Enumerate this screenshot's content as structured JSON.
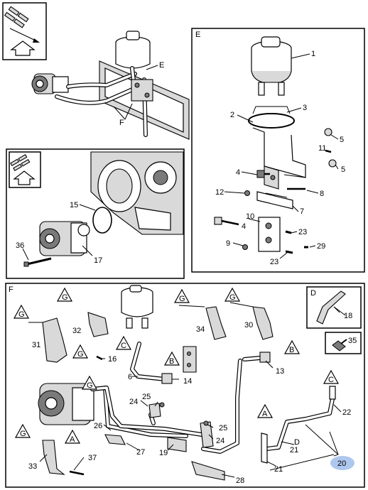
{
  "sections": {
    "E": "E",
    "F": "F",
    "D": "D"
  },
  "callouts": {
    "top_E": "E",
    "top_F": "F",
    "e1": "1",
    "e2": "2",
    "e3": "3",
    "e4a": "4",
    "e4b": "4",
    "e5a": "5",
    "e5b": "5",
    "e7": "7",
    "e8": "8",
    "e9": "9",
    "e10": "10",
    "e11": "11",
    "e12": "12",
    "e23a": "23",
    "e23b": "23",
    "e29": "29",
    "p15": "15",
    "p17": "17",
    "p36": "36",
    "f6": "6",
    "f13": "13",
    "f14": "14",
    "f16": "16",
    "f18": "18",
    "f19": "19",
    "f20": "20",
    "f21a": "21",
    "f21b": "21",
    "f22": "22",
    "f24a": "24",
    "f24b": "24",
    "f25a": "25",
    "f25b": "25",
    "f26": "26",
    "f27": "27",
    "f28": "28",
    "f30": "30",
    "f31": "31",
    "f32": "32",
    "f33": "33",
    "f34": "34",
    "f35": "35",
    "f37": "37",
    "fD": "D"
  },
  "view_markers": {
    "g1": "G",
    "g2": "G",
    "g3": "G",
    "g4": "G",
    "g5": "G",
    "g6": "G",
    "g7": "G",
    "a1": "A",
    "a2": "A",
    "b1": "B",
    "b2": "B",
    "c1": "C",
    "c2": "C"
  },
  "colors": {
    "line": "#000000",
    "highlight": "#aec7ee",
    "background": "#ffffff"
  }
}
